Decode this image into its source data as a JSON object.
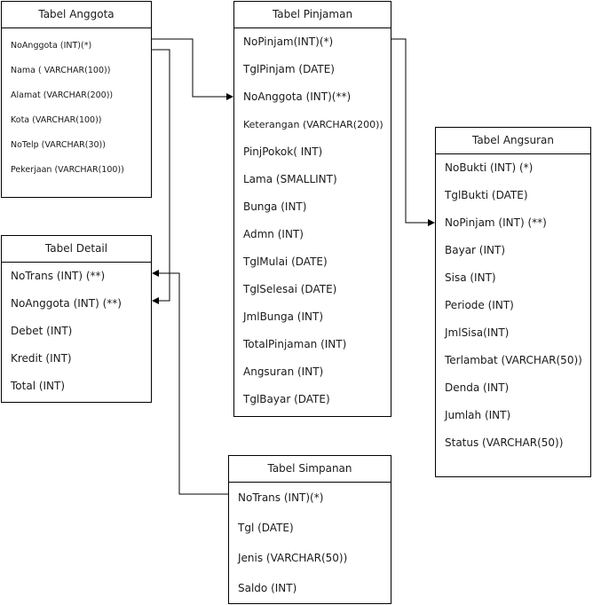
{
  "entities": {
    "anggota": {
      "title": "Tabel Anggota",
      "fields": [
        "NoAnggota (INT)(*)",
        "Nama ( VARCHAR(100))",
        "Alamat (VARCHAR(200))",
        "Kota (VARCHAR(100))",
        "NoTelp (VARCHAR(30))",
        "Pekerjaan (VARCHAR(100))"
      ]
    },
    "pinjaman": {
      "title": "Tabel Pinjaman",
      "fields": [
        "NoPinjam(INT)(*)",
        "TglPinjam (DATE)",
        "NoAnggota (INT)(**)",
        "Keterangan (VARCHAR(200))",
        "PinjPokok( INT)",
        "Lama (SMALLINT)",
        "Bunga (INT)",
        "Admn (INT)",
        "TglMulai (DATE)",
        "TglSelesai (DATE)",
        "JmlBunga (INT)",
        "TotalPinjaman (INT)",
        "Angsuran (INT)",
        "TglBayar (DATE)"
      ]
    },
    "angsuran": {
      "title": "Tabel Angsuran",
      "fields": [
        "NoBukti (INT) (*)",
        "TglBukti (DATE)",
        "NoPinjam (INT) (**)",
        "Bayar (INT)",
        "Sisa (INT)",
        "Periode (INT)",
        "JmlSisa(INT)",
        "Terlambat (VARCHAR(50))",
        "Denda (INT)",
        "Jumlah (INT)",
        "Status (VARCHAR(50))"
      ]
    },
    "detail": {
      "title": "Tabel Detail",
      "fields": [
        "NoTrans (INT) (**)",
        "NoAnggota (INT) (**)",
        "Debet (INT)",
        "Kredit (INT)",
        "Total (INT)"
      ]
    },
    "simpanan": {
      "title": "Tabel Simpanan",
      "fields": [
        "NoTrans (INT)(*)",
        "Tgl (DATE)",
        "Jenis (VARCHAR(50))",
        "Saldo (INT)"
      ]
    }
  }
}
